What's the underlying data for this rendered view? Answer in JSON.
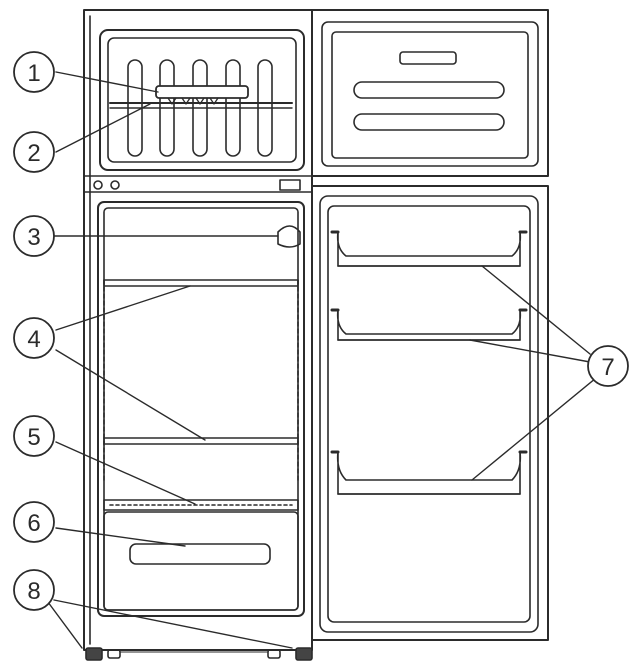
{
  "callouts": [
    {
      "id": "1",
      "label": "1"
    },
    {
      "id": "2",
      "label": "2"
    },
    {
      "id": "3",
      "label": "3"
    },
    {
      "id": "4",
      "label": "4"
    },
    {
      "id": "5",
      "label": "5"
    },
    {
      "id": "6",
      "label": "6"
    },
    {
      "id": "7",
      "label": "7"
    },
    {
      "id": "8",
      "label": "8"
    }
  ],
  "colors": {
    "line": "#2b2b2b",
    "background": "#ffffff"
  }
}
